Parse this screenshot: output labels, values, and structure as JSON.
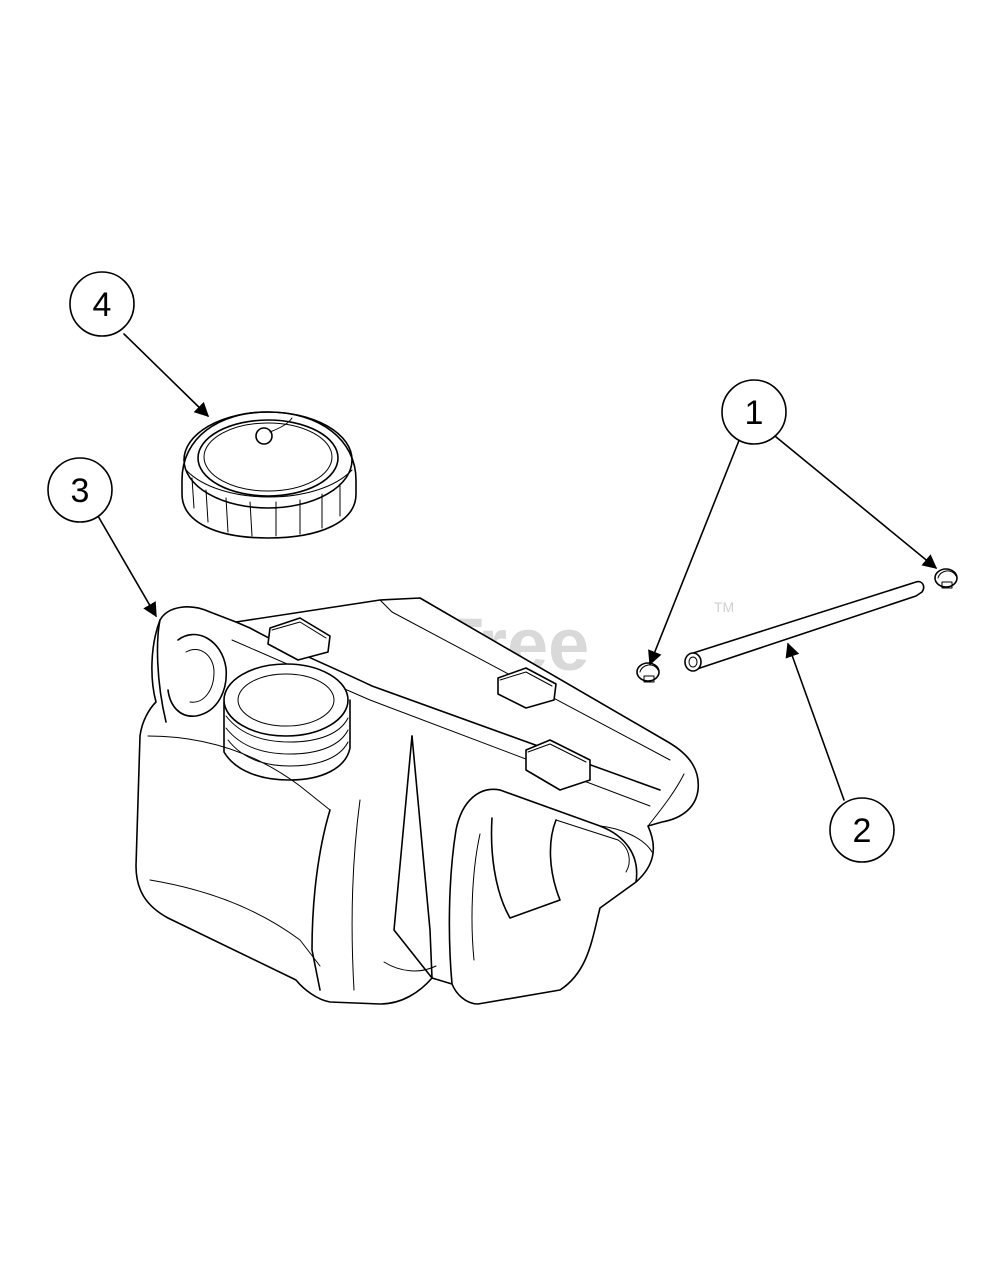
{
  "watermark": {
    "text": "PartsTree",
    "trademark": "TM"
  },
  "callouts": [
    {
      "id": "callout-1",
      "label": "1"
    },
    {
      "id": "callout-2",
      "label": "2"
    },
    {
      "id": "callout-3",
      "label": "3"
    },
    {
      "id": "callout-4",
      "label": "4"
    }
  ],
  "colors": {
    "line": "#000000",
    "background": "#ffffff",
    "watermark": "#d9d9d9"
  }
}
